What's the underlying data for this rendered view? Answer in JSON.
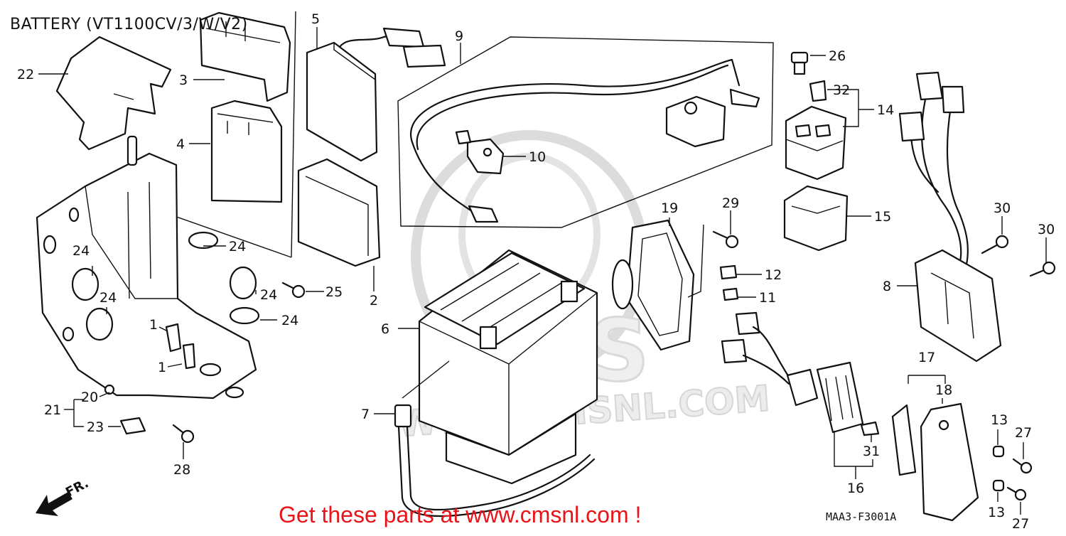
{
  "title": "BATTERY (VT1100CV/3/W/V2)",
  "footer": "Get these parts at www.cmsnl.com !",
  "diagram_code": "MAA3-F3001A",
  "direction_label": "FR.",
  "watermark": {
    "text": "WWW.CMSNL.COM",
    "logo_text": "CMS"
  },
  "labels": {
    "p22": "22",
    "p3": "3",
    "p4": "4",
    "p5": "5",
    "p9": "9",
    "p26": "26",
    "p32": "32",
    "p14": "14",
    "p10": "10",
    "p15": "15",
    "p29": "29",
    "p19": "19",
    "p30a": "30",
    "p30b": "30",
    "p8": "8",
    "p24a": "24",
    "p24b": "24",
    "p24c": "24",
    "p24d": "24",
    "p24e": "24",
    "p25": "25",
    "p12": "12",
    "p11": "11",
    "p2": "2",
    "p6": "6",
    "p1a": "1",
    "p1b": "1",
    "p20": "20",
    "p21": "21",
    "p23": "23",
    "p7": "7",
    "p28": "28",
    "p17": "17",
    "p18": "18",
    "p13a": "13",
    "p13b": "13",
    "p27a": "27",
    "p27b": "27",
    "p31": "31",
    "p16": "16"
  }
}
